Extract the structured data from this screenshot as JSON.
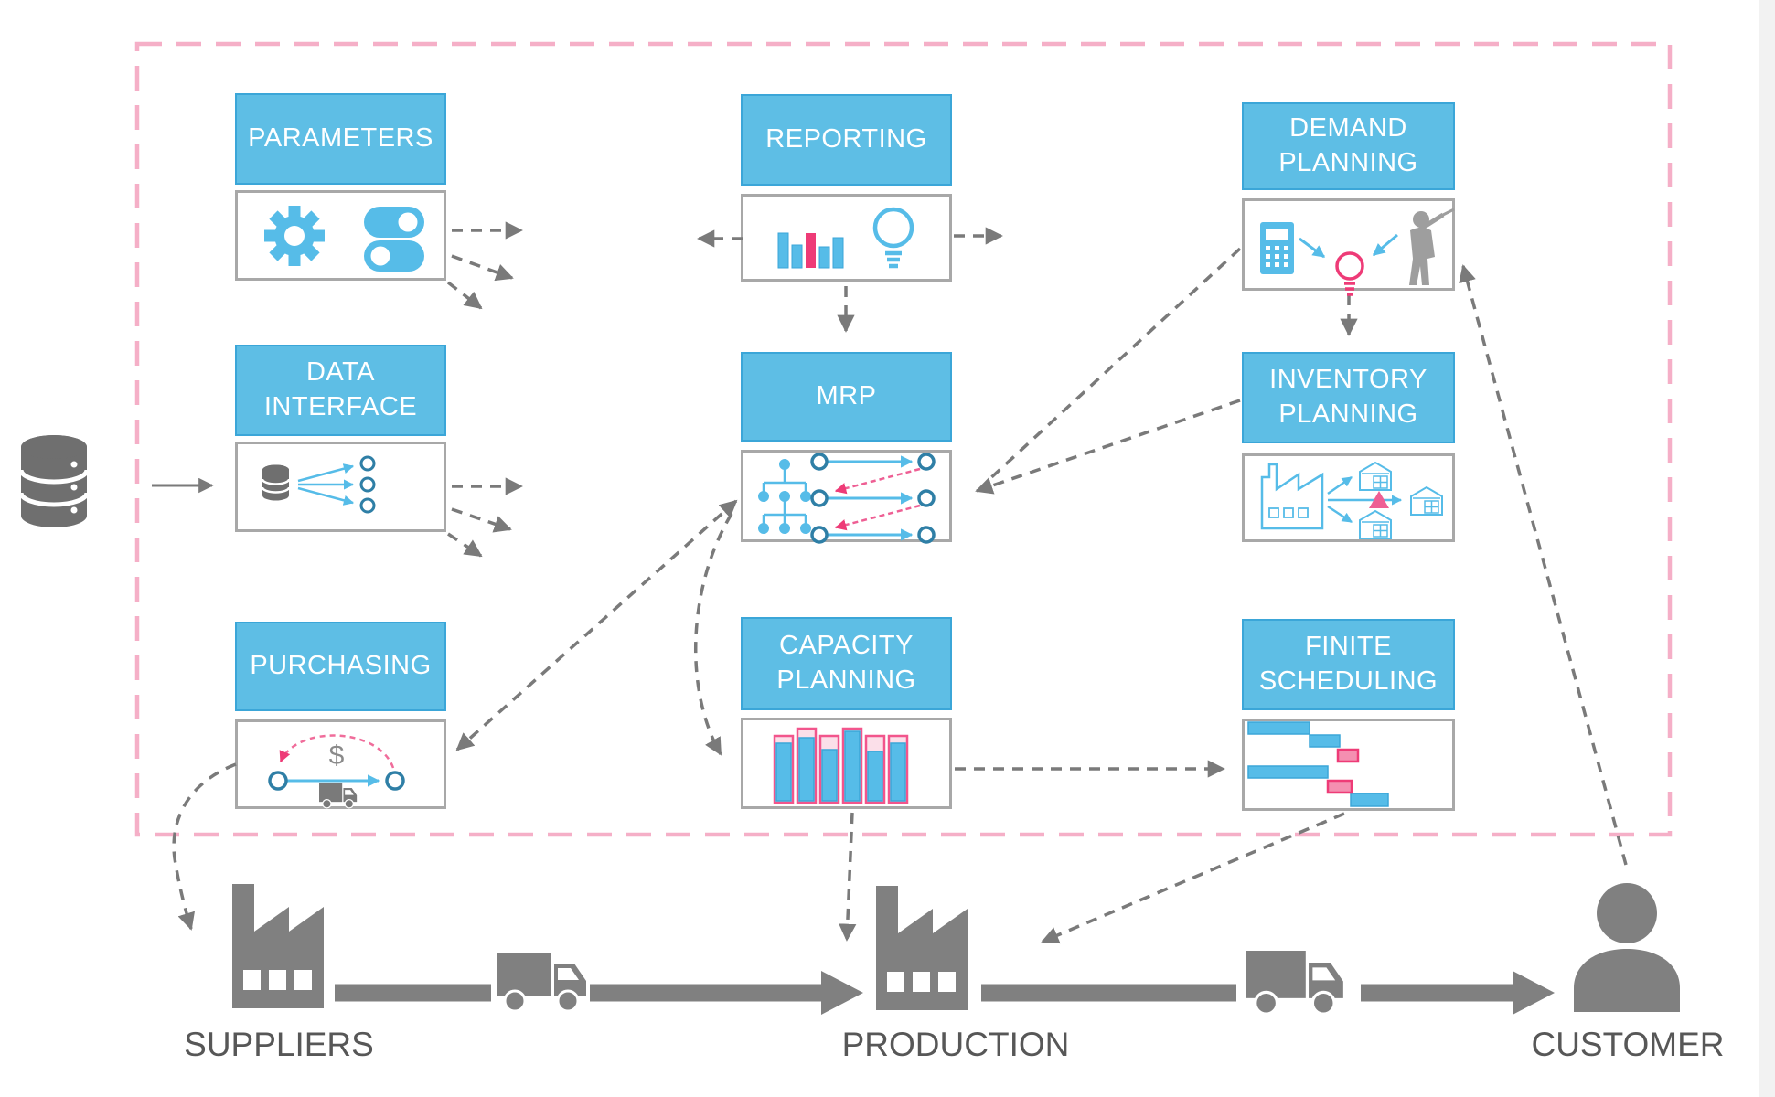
{
  "modules": {
    "parameters": {
      "label": "PARAMETERS"
    },
    "data_interface": {
      "label": "DATA INTERFACE"
    },
    "purchasing": {
      "label": "PURCHASING",
      "price_symbol": "$"
    },
    "reporting": {
      "label": "REPORTING"
    },
    "mrp": {
      "label": "MRP"
    },
    "capacity_planning": {
      "label": "CAPACITY PLANNING"
    },
    "demand_planning": {
      "label": "DEMAND PLANNING"
    },
    "inventory_planning": {
      "label": "INVENTORY PLANNING"
    },
    "finite_scheduling": {
      "label": "FINITE SCHEDULING"
    }
  },
  "supply_chain": {
    "suppliers": "SUPPLIERS",
    "production": "PRODUCTION",
    "customer": "CUSTOMER"
  },
  "icons": {
    "parameters": [
      "gear-icon",
      "toggle-switches-icon"
    ],
    "data_interface": [
      "database-icon",
      "data-mapping-icon"
    ],
    "reporting": [
      "bar-chart-icon",
      "lightbulb-icon"
    ],
    "mrp": [
      "bom-tree-icon",
      "order-pegging-icon"
    ],
    "demand_planning": [
      "calculator-icon",
      "idea-bulb-icon",
      "forecaster-person-icon"
    ],
    "inventory_planning": [
      "factory-icon",
      "warehouse-icon",
      "safety-stock-triangle-icon"
    ],
    "purchasing": [
      "purchase-route-icon",
      "dollar-sign",
      "truck-icon"
    ],
    "capacity_planning": [
      "capacity-bars-icon"
    ],
    "finite_scheduling": [
      "gantt-chart-icon"
    ],
    "outside": [
      "source-database-icon",
      "supplier-factory-icon",
      "delivery-truck-icon",
      "production-factory-icon",
      "customer-person-icon"
    ]
  },
  "connections": [
    {
      "from": "parameters",
      "to": "right-fan",
      "style": "dashed"
    },
    {
      "from": "data-interface",
      "to": "right-fan",
      "style": "dashed"
    },
    {
      "from": "source-database",
      "to": "data-interface",
      "style": "solid"
    },
    {
      "from": "reporting",
      "to": "left",
      "style": "dashed"
    },
    {
      "from": "reporting",
      "to": "right",
      "style": "dashed"
    },
    {
      "from": "reporting",
      "to": "mrp",
      "style": "dashed"
    },
    {
      "from": "demand-planning",
      "to": "mrp",
      "style": "dashed"
    },
    {
      "from": "inventory-planning",
      "to": "mrp",
      "style": "dashed"
    },
    {
      "from": "demand-planning",
      "to": "inventory-planning",
      "style": "dashed"
    },
    {
      "from": "customer",
      "to": "demand-planning",
      "style": "dashed"
    },
    {
      "from": "mrp",
      "to": "purchasing",
      "style": "dashed-double"
    },
    {
      "from": "mrp",
      "to": "capacity-planning",
      "style": "dashed-curve"
    },
    {
      "from": "capacity-planning",
      "to": "finite-scheduling",
      "style": "dashed"
    },
    {
      "from": "capacity-planning",
      "to": "production",
      "style": "dashed"
    },
    {
      "from": "finite-scheduling",
      "to": "production",
      "style": "dashed"
    },
    {
      "from": "purchasing",
      "to": "suppliers",
      "style": "dashed-curve"
    },
    {
      "from": "suppliers",
      "to": "production",
      "style": "thick-flow"
    },
    {
      "from": "production",
      "to": "customer",
      "style": "thick-flow"
    }
  ],
  "colors": {
    "module_header_fill": "#5EBEE5",
    "module_header_border": "#3BA6D8",
    "panel_border": "#A8A8A8",
    "connector_gray": "#7A7A7A",
    "icon_blue": "#56BCE8",
    "circle_outline_blue": "#2F7FA6",
    "accent_pink": "#EE3B77",
    "light_pink_fill": "#FBDFE9",
    "boundary_pink": "#F5AFC7",
    "flow_gray": "#808080",
    "label_gray": "#575757"
  }
}
